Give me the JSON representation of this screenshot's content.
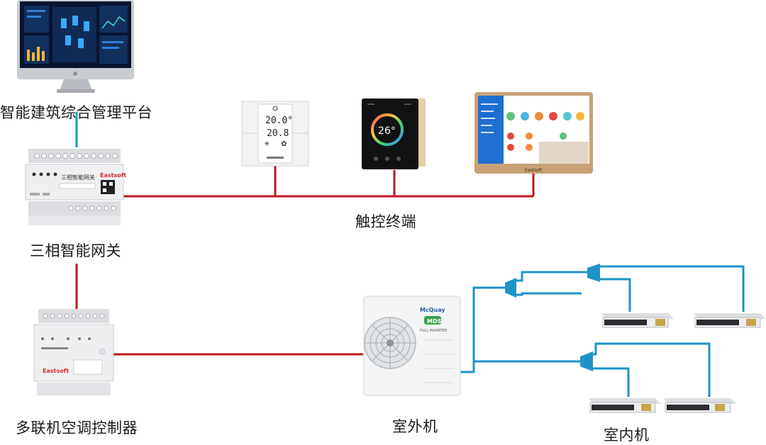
{
  "labels": {
    "platform": "智能建筑综合管理平台",
    "gateway": "三相智能网关",
    "ac_controller": "多联机空调控制器",
    "touch_terminal": "触控终端",
    "outdoor_unit": "室外机",
    "indoor_unit": "室内机"
  },
  "device_text": {
    "gateway_name": "三相智能网关",
    "gateway_brand": "Eastsoft",
    "controller_brand": "Eastsoft",
    "panel_brand": "Eastsoft",
    "thermostat_temp_set": "20.0°",
    "thermostat_temp_room": "20.8",
    "panel2_temp": "26°",
    "outdoor_brand": "McQuay",
    "outdoor_model": "MDS",
    "outdoor_sub": "FULL INVERTER"
  },
  "colors": {
    "bus_line": "#c0161c",
    "pipe_line": "#1e93c6",
    "label_text": "#1a1a1a"
  }
}
